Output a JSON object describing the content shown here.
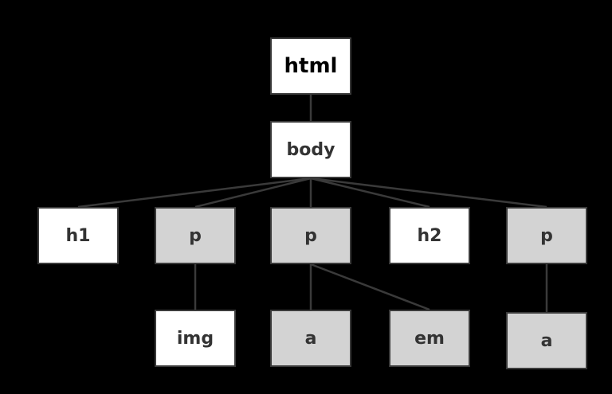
{
  "colors": {
    "background": "#000000",
    "node_white": "#ffffff",
    "node_gray": "#d3d3d3",
    "edge": "#3a3a3a"
  },
  "nodes": {
    "html": "html",
    "body": "body",
    "h1": "h1",
    "p1": "p",
    "p2": "p",
    "h2": "h2",
    "p3": "p",
    "img": "img",
    "a1": "a",
    "em": "em",
    "a2": "a"
  },
  "edges": [
    [
      "html",
      "body"
    ],
    [
      "body",
      "h1"
    ],
    [
      "body",
      "p1"
    ],
    [
      "body",
      "p2"
    ],
    [
      "body",
      "h2"
    ],
    [
      "body",
      "p3"
    ],
    [
      "p1",
      "img"
    ],
    [
      "p2",
      "a1"
    ],
    [
      "p2",
      "em"
    ],
    [
      "p3",
      "a2"
    ]
  ]
}
